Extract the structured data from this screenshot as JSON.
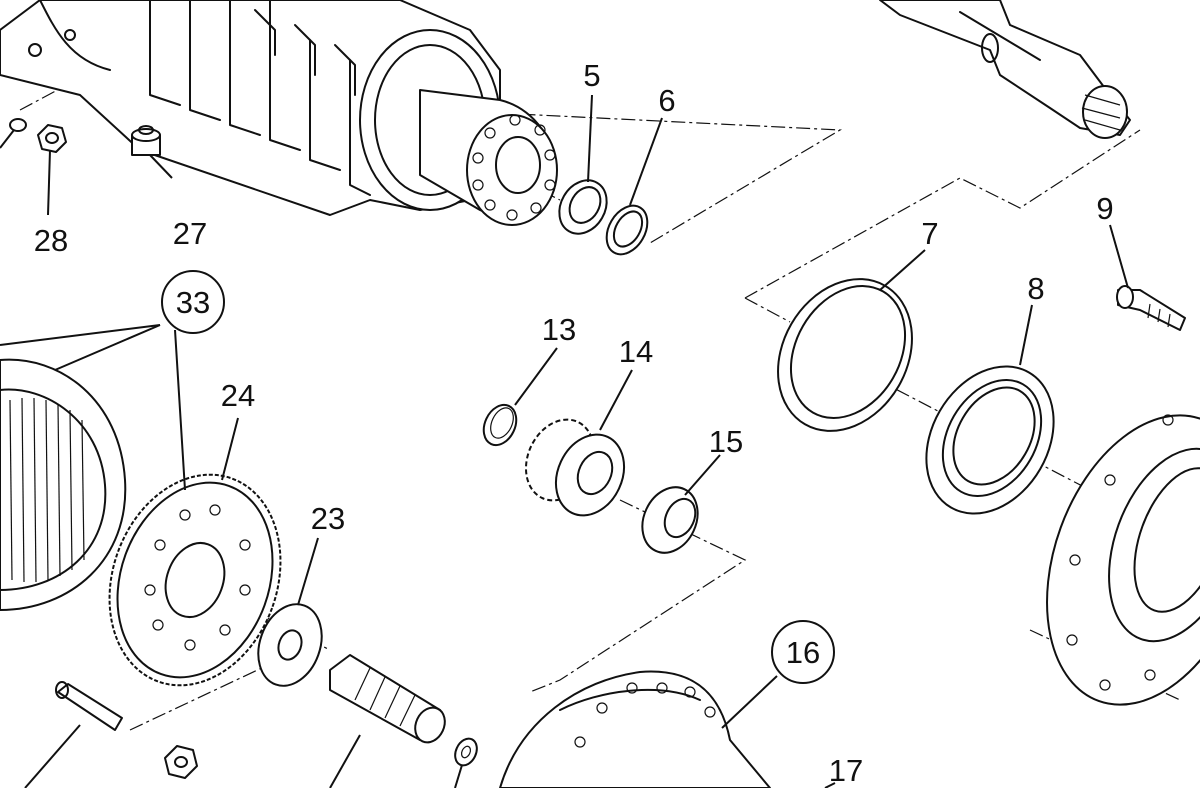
{
  "labels": {
    "p5": "5",
    "p6": "6",
    "p7": "7",
    "p8": "8",
    "p9": "9",
    "p13": "13",
    "p14": "14",
    "p15": "15",
    "p16": "16",
    "p17": "17",
    "p23": "23",
    "p24": "24",
    "p27": "27",
    "p28": "28",
    "p33": "33"
  },
  "colors": {
    "line": "#111111",
    "background": "#ffffff"
  }
}
